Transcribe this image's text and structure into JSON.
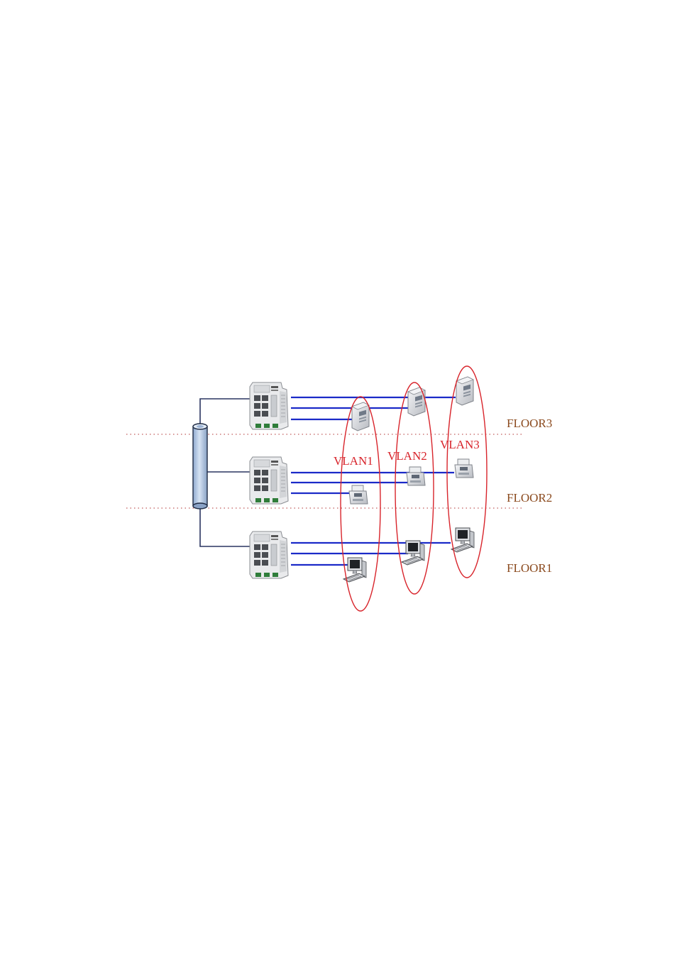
{
  "floors": [
    {
      "label": "FLOOR3"
    },
    {
      "label": "FLOOR2"
    },
    {
      "label": "FLOOR1"
    }
  ],
  "vlans": [
    {
      "label": "VLAN1"
    },
    {
      "label": "VLAN2"
    },
    {
      "label": "VLAN3"
    }
  ],
  "colors": {
    "link": "#1b2ac8",
    "trunk": "#2a3560",
    "vlan_ring": "#d8242b",
    "floor_label": "#8b4a1e",
    "backbone_fill": "#b9cde6",
    "separator": "#b03030"
  },
  "icons": {
    "switch": "industrial-switch-icon",
    "server": "server-icon",
    "printer": "printer-icon",
    "workstation": "workstation-icon",
    "backbone": "backbone-cylinder-icon"
  }
}
